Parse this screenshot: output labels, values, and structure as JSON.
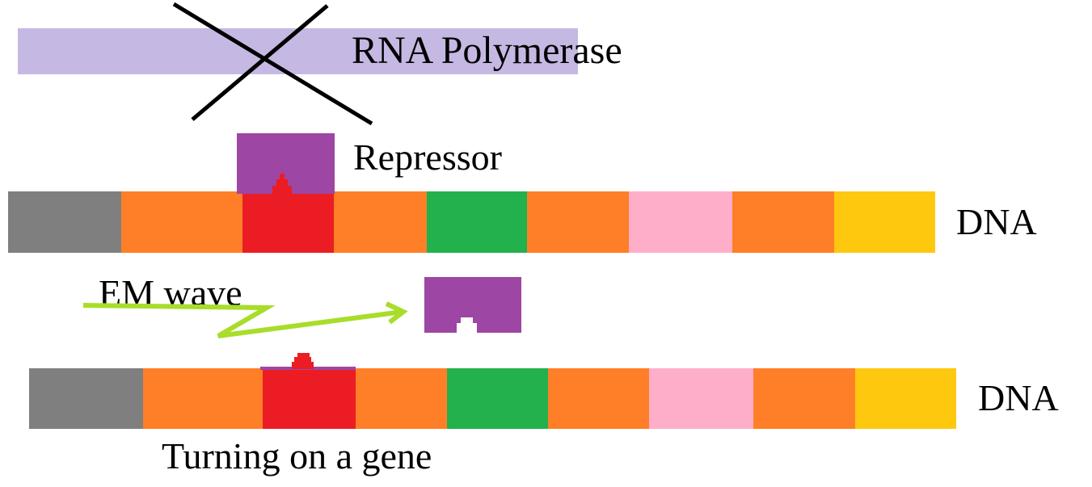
{
  "labels": {
    "rna_polymerase": "RNA Polymerase",
    "repressor": "Repressor",
    "dna_top": "DNA",
    "em_wave": "EM wave",
    "dna_bottom": "DNA",
    "caption": "Turning on a gene"
  },
  "colors": {
    "polymerase": "#c5b9e3",
    "repressor": "#9d46a3",
    "gray": "#7f7f7f",
    "orange": "#fe7f27",
    "red": "#ec1c24",
    "green": "#22b14c",
    "pink": "#ffaec9",
    "yellow": "#fec80f",
    "wave": "#a8dd2a"
  },
  "dna_segments": [
    "gray",
    "orange",
    "red",
    "orange",
    "green",
    "orange",
    "pink",
    "orange",
    "yellow"
  ]
}
